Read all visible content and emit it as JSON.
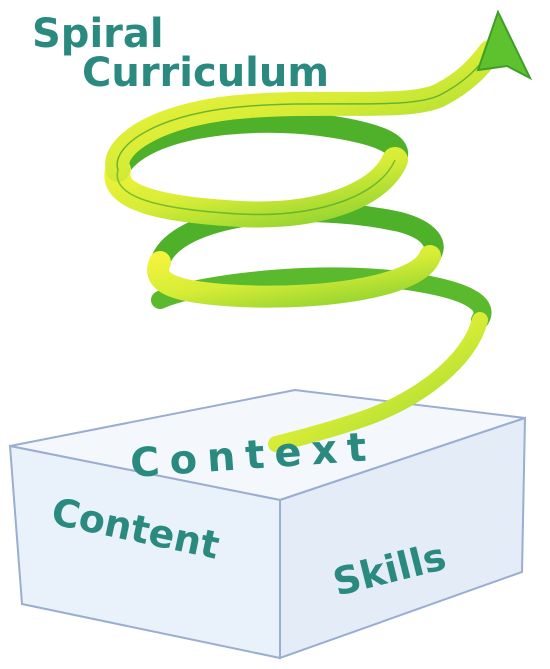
{
  "title": {
    "line1": "Spiral",
    "line2": "Curriculum"
  },
  "box": {
    "top_label": "Context",
    "left_label": "Content",
    "right_label": "Skills"
  },
  "colors": {
    "text": "#2a8a80",
    "spiral_light": "#f2f23a",
    "spiral_dark": "#52b82a",
    "box_fill": "#eef5fb",
    "box_edge": "#9aaed2"
  }
}
